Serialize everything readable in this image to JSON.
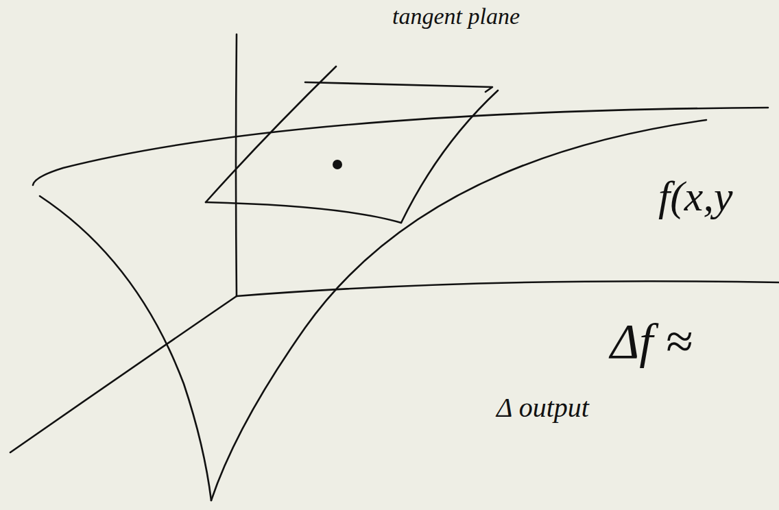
{
  "diagram": {
    "labels": [
      "tangent plane",
      "f(x,y",
      "Δf ≈",
      "Δ output"
    ]
  }
}
